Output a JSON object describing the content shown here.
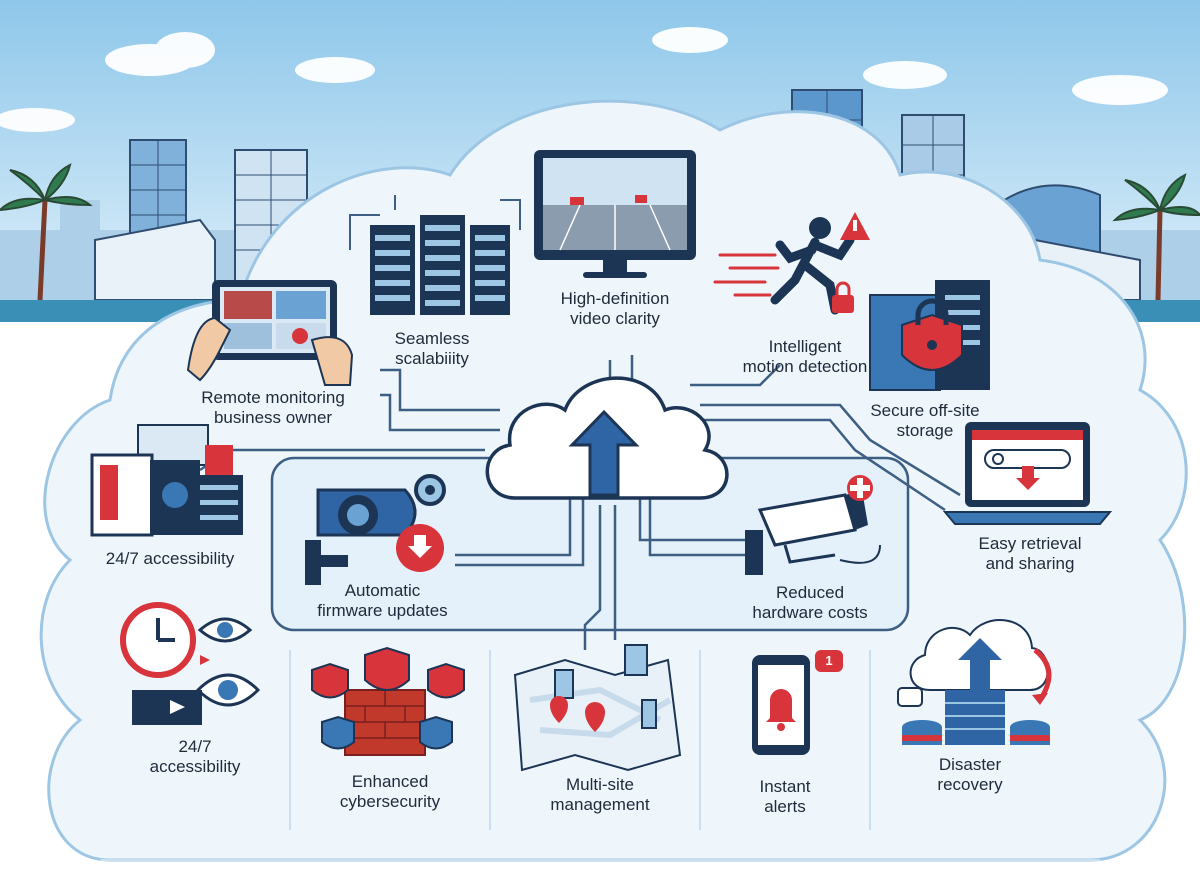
{
  "colors": {
    "sky_top": "#8ec7ea",
    "sky_bottom": "#e3f2fb",
    "cloud_fill": "#eef6fc",
    "cloud_stroke": "#9cc6e4",
    "navy": "#1c3555",
    "blue": "#3a77b5",
    "red": "#d8343b",
    "connector": "#3d5f84"
  },
  "hub": {
    "icon": "cloud-upload-icon"
  },
  "features": [
    {
      "id": "remote-monitoring",
      "icon": "tablet-icon",
      "lines": [
        "Remote monitoring",
        "business owner"
      ]
    },
    {
      "id": "seamless-scalability",
      "icon": "server-rack-icon",
      "lines": [
        "Seamless",
        "scalabiiity"
      ]
    },
    {
      "id": "hd-video",
      "icon": "monitor-icon",
      "lines": [
        "High-definition",
        "video clarity"
      ]
    },
    {
      "id": "motion-detection",
      "icon": "running-person-icon",
      "lines": [
        "Intelligent",
        "motion detection"
      ]
    },
    {
      "id": "secure-storage",
      "icon": "lock-server-icon",
      "lines": [
        "Secure off-site",
        "storage"
      ]
    },
    {
      "id": "accessibility-top",
      "icon": "server-stack-icon",
      "lines": [
        "24/7 accessibility"
      ]
    },
    {
      "id": "easy-retrieval",
      "icon": "laptop-download-icon",
      "lines": [
        "Easy retrieval",
        "and sharing"
      ]
    },
    {
      "id": "firmware-updates",
      "icon": "camera-gear-icon",
      "lines": [
        "Automatic",
        "firmware updates"
      ]
    },
    {
      "id": "hardware-costs",
      "icon": "cctv-camera-icon",
      "lines": [
        "Reduced",
        "hardware costs"
      ]
    },
    {
      "id": "accessibility-bottom",
      "icon": "clock-eye-icon",
      "lines": [
        "24/7",
        "accessibility"
      ]
    },
    {
      "id": "cybersecurity",
      "icon": "firewall-shield-icon",
      "lines": [
        "Enhanced",
        "cybersecurity"
      ]
    },
    {
      "id": "multi-site",
      "icon": "map-pin-icon",
      "lines": [
        "Multi-site",
        "management"
      ]
    },
    {
      "id": "instant-alerts",
      "icon": "phone-bell-icon",
      "lines": [
        "Instant",
        "alerts"
      ],
      "badge": "1"
    },
    {
      "id": "disaster-recovery",
      "icon": "cloud-database-icon",
      "lines": [
        "Disaster",
        "recovery"
      ]
    }
  ]
}
